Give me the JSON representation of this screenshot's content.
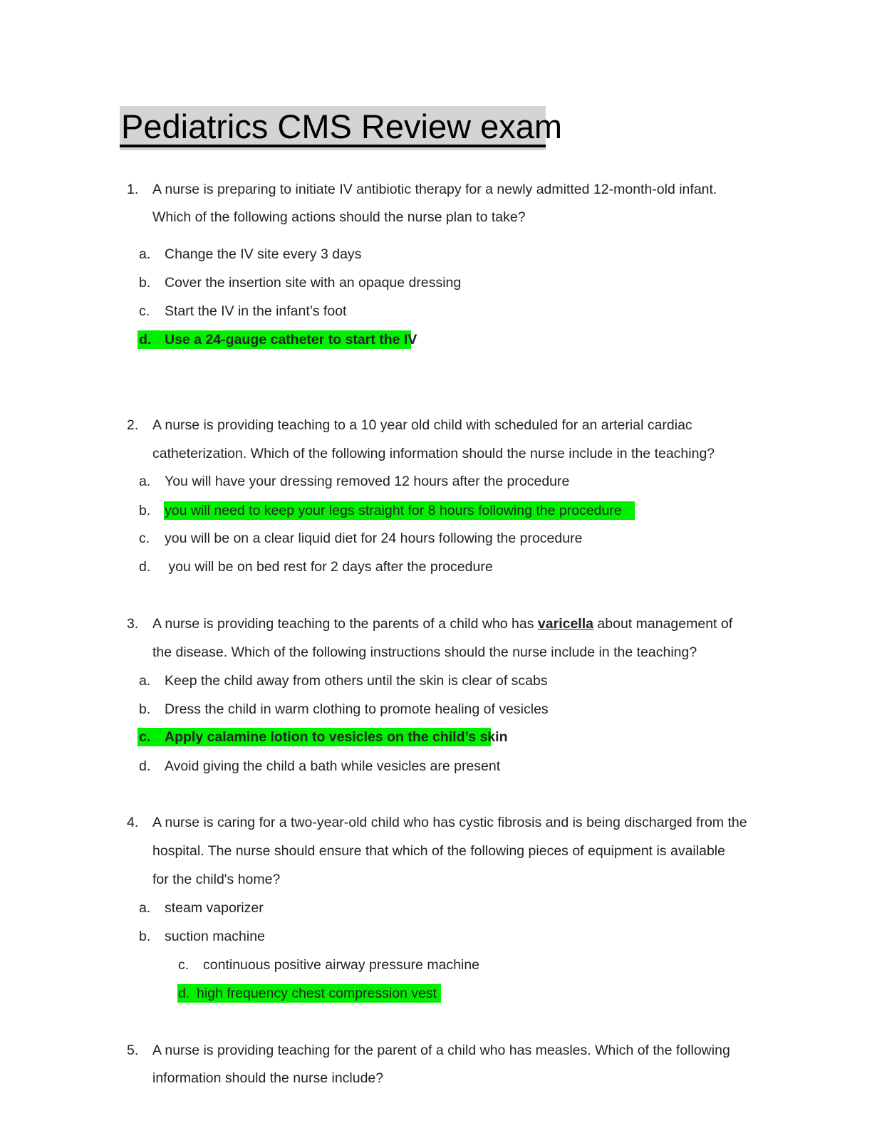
{
  "title": "Pediatrics CMS Review exam",
  "questions": [
    {
      "number": "1.",
      "lines": [
        "A nurse is preparing to initiate IV antibiotic therapy for a newly admitted 12-month-old infant.",
        "Which of the following actions should the nurse plan to take?"
      ],
      "options": [
        {
          "letter": "a.",
          "text": "Change the IV site every 3 days"
        },
        {
          "letter": "b.",
          "text": "Cover the insertion site with an opaque dressing"
        },
        {
          "letter": "c.",
          "text": "Start the IV in the infant’s foot"
        },
        {
          "letter": "d.",
          "text": "Use a 24-gauge catheter to start the IV"
        }
      ]
    },
    {
      "number": "2.",
      "lines": [
        "A nurse is providing teaching to a 10 year old child with scheduled for an arterial cardiac",
        "catheterization. Which of the following information should the nurse include in the teaching?"
      ],
      "options": [
        {
          "letter": "a.",
          "text": "You will have your dressing removed 12 hours after the procedure"
        },
        {
          "letter": "b.",
          "text": "you will need to keep your legs straight for 8 hours following the procedure"
        },
        {
          "letter": "c.",
          "text": "you will be on a clear liquid diet for 24 hours following the procedure"
        },
        {
          "letter": "d.",
          "text": " you will be on bed rest for 2 days after the procedure"
        }
      ]
    },
    {
      "number": "3.",
      "line1_pre": "A nurse is providing teaching to the parents of a child who has ",
      "line1_emph": "varicella",
      "line1_post": " about management of",
      "line2": "the disease. Which of the following instructions should the nurse include in the teaching?",
      "options": [
        {
          "letter": "a.",
          "text": "Keep the child away from others until the skin is clear of scabs"
        },
        {
          "letter": "b.",
          "text": "Dress the child in warm clothing to promote healing of vesicles"
        },
        {
          "letter": "c.",
          "text": "Apply calamine lotion to vesicles on the child’s skin"
        },
        {
          "letter": "d.",
          "text": "Avoid giving the child a bath while vesicles are present"
        }
      ]
    },
    {
      "number": "4.",
      "lines": [
        "A nurse is caring for a two-year-old child who has cystic fibrosis and is being discharged from the",
        "hospital. The nurse should ensure that which of the following pieces of equipment is available",
        "for the child's home?"
      ],
      "options": [
        {
          "letter": "a.",
          "text": "steam vaporizer"
        },
        {
          "letter": "b.",
          "text": "suction machine"
        },
        {
          "letter": "c.",
          "text": "continuous positive airway pressure machine"
        },
        {
          "letter": "d.",
          "text": "high frequency chest compression vest"
        }
      ]
    },
    {
      "number": "5.",
      "lines": [
        "A nurse is providing teaching for the parent of a child who has measles. Which of the following",
        "information should the nurse include?"
      ]
    }
  ],
  "colors": {
    "highlight": "#00f000",
    "title_band": "#d4d4d4"
  }
}
